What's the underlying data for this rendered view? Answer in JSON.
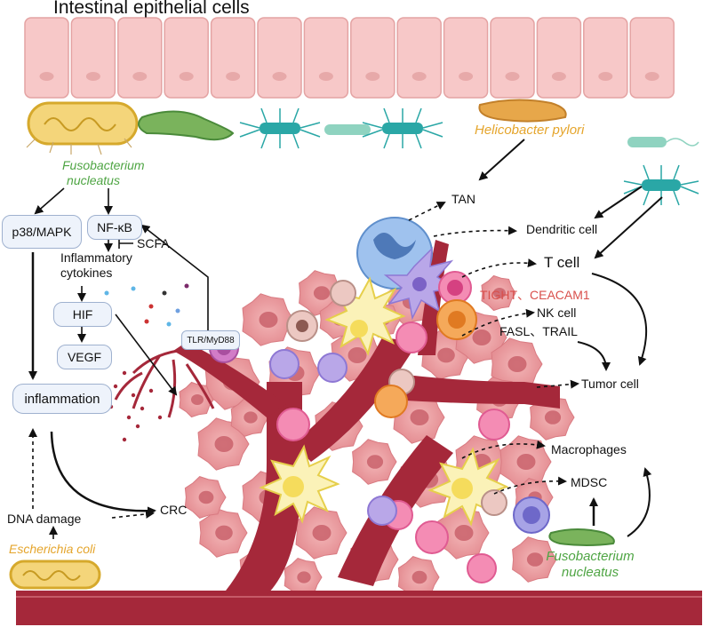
{
  "title": "Intestinal epithelial cells",
  "bacteria": {
    "fusobacterium_top": "Fusobacterium nucleatus",
    "helicobacter": "Helicobacter pylori",
    "escherichia": "Escherichia coli",
    "fusobacterium_bottom": "Fusobacterium nucleatus"
  },
  "signaling": {
    "p38": "p38/MAPK",
    "nfkb": "NF-κB",
    "scfa": "SCFA",
    "cytokines": "Inflammatory cytokines",
    "hif": "HIF",
    "vegf": "VEGF",
    "inflammation": "inflammation",
    "dna_damage": "DNA damage",
    "crc": "CRC",
    "tlr": "TLR/MyD88"
  },
  "immune": {
    "tan": "TAN",
    "dendritic": "Dendritic cell",
    "tcell": "T cell",
    "tight": "TIGHT、CEACAM1",
    "nk": "NK cell",
    "fasl": "FASL、TRAIL",
    "tumor": "Tumor cell",
    "macrophages": "Macrophages",
    "mdsc": "MDSC"
  },
  "colors": {
    "epithelium": "#f7c8c8",
    "vessel": "#a5283a",
    "tumor": "#ec9fa3",
    "box_fill": "#eef3fb",
    "fuso_text": "#4fa544",
    "ecoli_text": "#e5a52c",
    "tight_text": "#d9504c"
  }
}
